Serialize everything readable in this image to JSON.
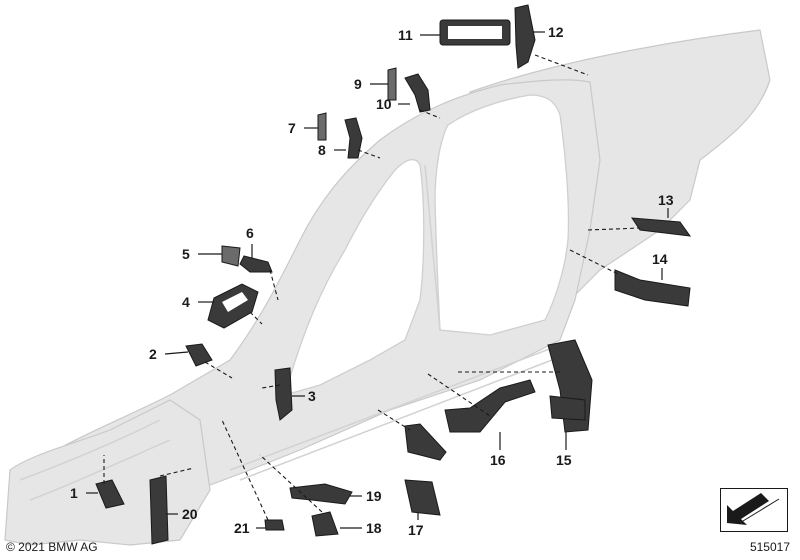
{
  "callouts": [
    {
      "id": "1",
      "label": "1"
    },
    {
      "id": "2",
      "label": "2"
    },
    {
      "id": "3",
      "label": "3"
    },
    {
      "id": "4",
      "label": "4"
    },
    {
      "id": "5",
      "label": "5"
    },
    {
      "id": "6",
      "label": "6"
    },
    {
      "id": "7",
      "label": "7"
    },
    {
      "id": "8",
      "label": "8"
    },
    {
      "id": "9",
      "label": "9"
    },
    {
      "id": "10",
      "label": "10"
    },
    {
      "id": "11",
      "label": "11"
    },
    {
      "id": "12",
      "label": "12"
    },
    {
      "id": "13",
      "label": "13"
    },
    {
      "id": "14",
      "label": "14"
    },
    {
      "id": "15",
      "label": "15"
    },
    {
      "id": "16",
      "label": "16"
    },
    {
      "id": "17",
      "label": "17"
    },
    {
      "id": "18",
      "label": "18"
    },
    {
      "id": "19",
      "label": "19"
    },
    {
      "id": "20",
      "label": "20"
    },
    {
      "id": "21",
      "label": "21"
    }
  ],
  "footer": {
    "copyright": "© 2021 BMW AG",
    "diagram_number": "515017"
  },
  "icons": {
    "navigation": "corner-arrow-icon"
  }
}
